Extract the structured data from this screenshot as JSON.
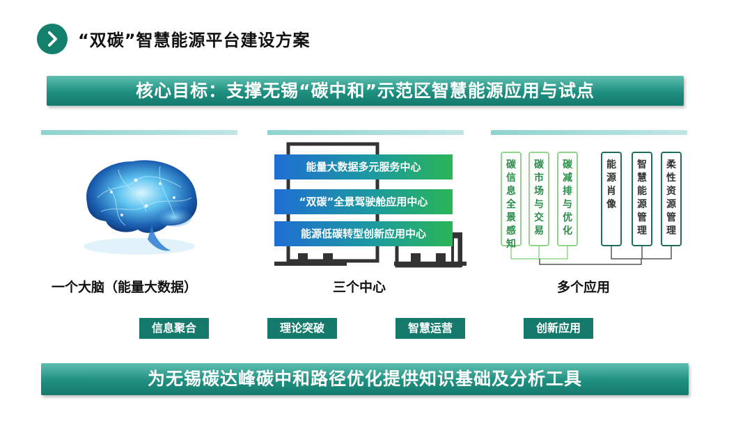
{
  "header": {
    "icon": "chevron-right-icon",
    "title": "“双碳”智慧能源平台建设方案"
  },
  "top_banner": "核心目标：支撑无锡“碳中和”示范区智慧能源应用与试点",
  "columns": {
    "brain_label": "一个大脑（能量大数据）",
    "centers_label": "三个中心",
    "apps_label": "多个应用"
  },
  "centers": [
    "能量大数据多元服务中心",
    "“双碳”全景驾驶舱应用中心",
    "能源低碳转型创新应用中心"
  ],
  "apps": [
    "碳信息全景感知",
    "碳市场与交易",
    "碳减排与优化",
    "能源肖像",
    "智慧能源管理",
    "柔性资源管理"
  ],
  "tags": [
    "信息聚合",
    "理论突破",
    "智慧运营",
    "创新应用"
  ],
  "bottom_banner": "为无锡碳达峰碳中和路径优化提供知识基础及分析工具",
  "colors": {
    "accent": "#157a6c",
    "center_gradient_start": "#1f6ed2",
    "center_gradient_end": "#2ab556",
    "pill_green": "#8fd68a",
    "pill_dark": "#1f6d5d"
  }
}
